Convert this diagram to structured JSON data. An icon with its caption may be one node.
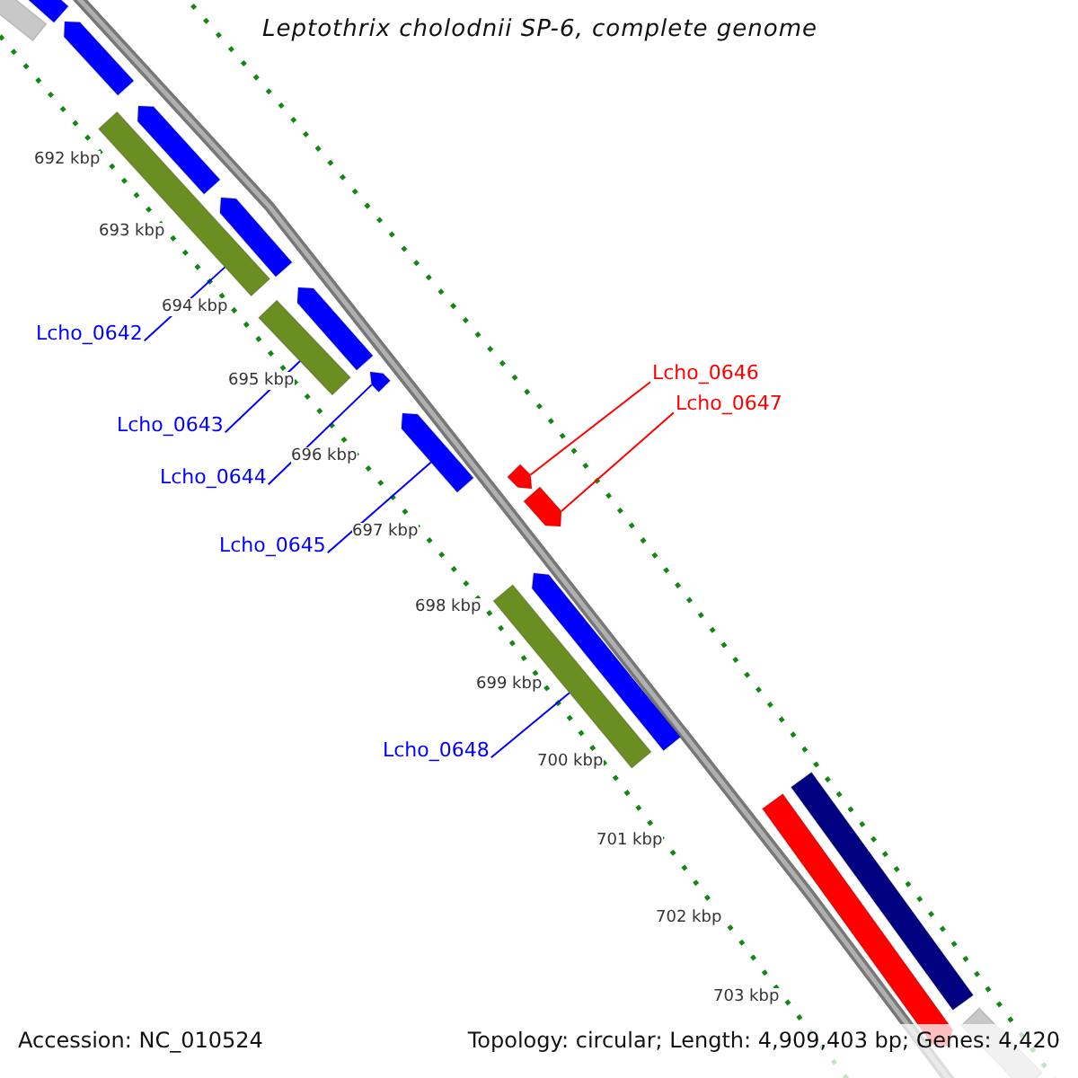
{
  "diagram": {
    "title": "Leptothrix cholodnii SP-6, complete genome",
    "nodes": [
      {
        "text": [
          "Lcho_0642"
        ]
      },
      {
        "text": [
          "Lcho_0643"
        ]
      },
      {
        "text": [
          "Lcho_0644"
        ]
      },
      {
        "text": [
          "Lcho_0645"
        ]
      },
      {
        "text": [
          "Lcho_0646"
        ]
      },
      {
        "text": [
          "Lcho_0647"
        ]
      },
      {
        "text": [
          "Lcho_0648"
        ]
      },
      {
        "text": [],
        "shape": "bar"
      },
      {
        "text": [],
        "shape": "bar"
      },
      {
        "text": [],
        "shape": "bar"
      },
      {
        "text": [],
        "shape": "bar"
      },
      {
        "text": [],
        "shape": "bar"
      },
      {
        "text": [],
        "shape": "bar"
      },
      {
        "text": [],
        "shape": "bar"
      },
      {
        "text": [],
        "shape": "bar"
      },
      {
        "text": [],
        "shape": "bar"
      },
      {
        "text": [],
        "shape": "bar"
      },
      {
        "text": [],
        "shape": "bar"
      },
      {
        "text": [],
        "shape": "bar"
      },
      {
        "text": [],
        "shape": "bar"
      },
      {
        "text": [],
        "shape": "bar"
      },
      {
        "text": [],
        "shape": "bar"
      },
      {
        "text": [],
        "shape": "bar"
      },
      {
        "text": [],
        "shape": "bar"
      }
    ],
    "edges": [
      {
        "from": 0,
        "to": 11,
        "arrow": "none"
      },
      {
        "from": 1,
        "to": 14,
        "arrow": "none"
      },
      {
        "from": 2,
        "to": 15,
        "arrow": "none"
      },
      {
        "from": 3,
        "to": 16,
        "arrow": "none"
      },
      {
        "from": 4,
        "to": 17,
        "arrow": "none",
        "color": "#ff0000"
      },
      {
        "from": 5,
        "to": 18,
        "arrow": "none",
        "color": "#ff0000"
      },
      {
        "from": 6,
        "to": 20,
        "arrow": "none"
      }
    ],
    "labels": [
      "692 kbp",
      "693 kbp",
      "694 kbp",
      "695 kbp",
      "696 kbp",
      "697 kbp",
      "698 kbp",
      "699 kbp",
      "700 kbp",
      "701 kbp",
      "702 kbp",
      "703 kbp",
      "Accession: NC_010524",
      "Topology: circular; Length: 4,909,403 bp; Genes: 4,420"
    ]
  }
}
